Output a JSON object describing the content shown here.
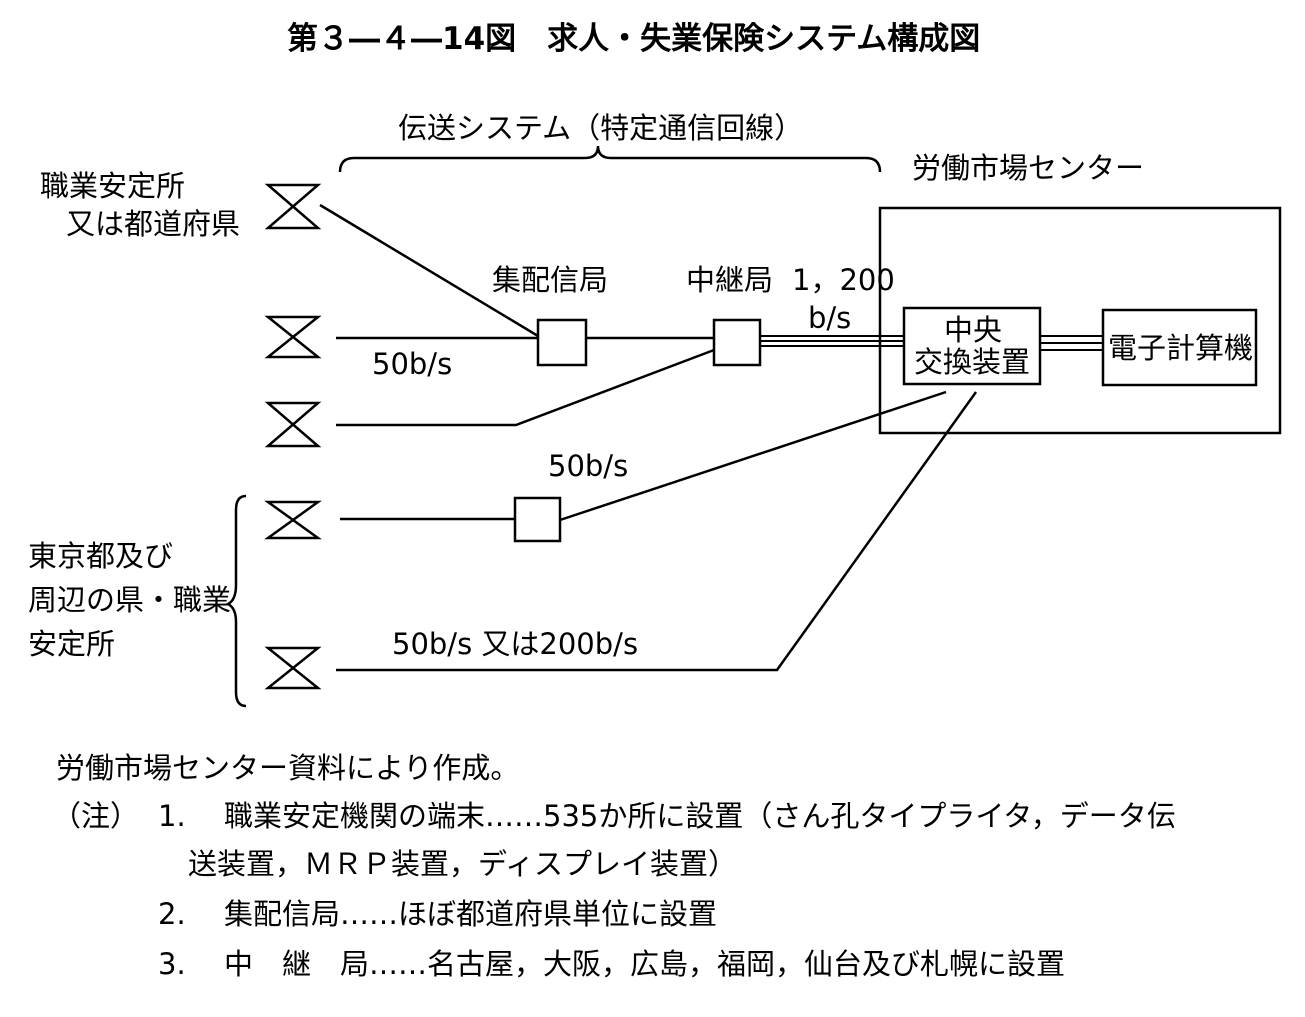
{
  "title": "第３―４―14図　求人・失業保険システム構成図",
  "diagram": {
    "transmission_label": "伝送システム（特定通信回線）",
    "labor_center_label": "労働市場センター",
    "group1_label_line1": "職業安定所",
    "group1_label_line2": "又は都道府県",
    "group2_label_line1": "東京都及び",
    "group2_label_line2": "周辺の県・職業",
    "group2_label_line3": "安定所",
    "collection_station": "集配信局",
    "relay_station": "中継局",
    "relay_speed_line1": "1，200",
    "relay_speed_line2": "b/s",
    "speed_50_a": "50b/s",
    "speed_50_b": "50b/s",
    "speed_50_or_200": "50b/s 又は200b/s",
    "central_exchange_line1": "中央",
    "central_exchange_line2": "交換装置",
    "computer": "電子計算機"
  },
  "notes": {
    "source": "労働市場センター資料により作成。",
    "prefix": "（注）",
    "items": [
      {
        "num": "1.",
        "line1": "職業安定機関の端末……535か所に設置（さん孔タイプライタ，データ伝",
        "line2": "送装置，ＭＲＰ装置，ディスプレイ装置）"
      },
      {
        "num": "2.",
        "line1": "集配信局……ほぼ都道府県単位に設置"
      },
      {
        "num": "3.",
        "line1": "中　継　局……名古屋，大阪，広島，福岡，仙台及び札幌に設置"
      }
    ]
  }
}
